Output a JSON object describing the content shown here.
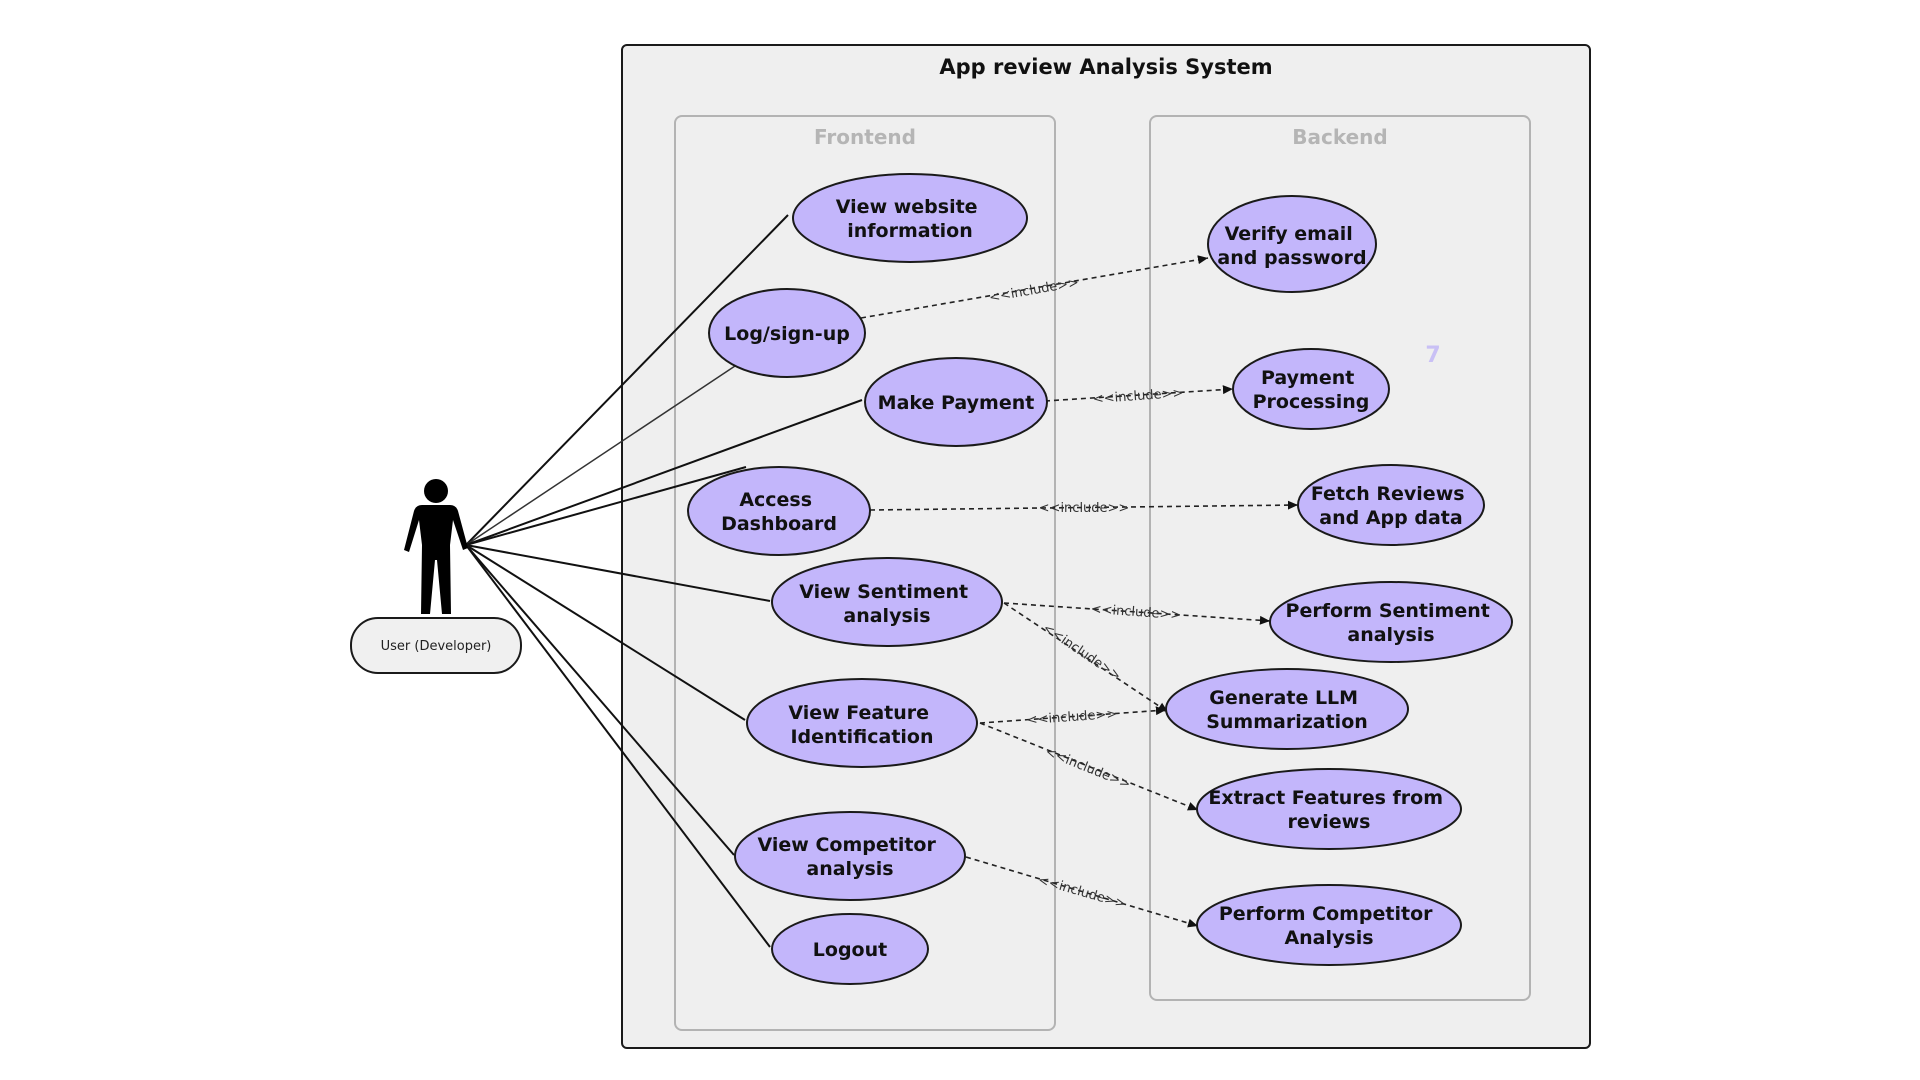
{
  "system": {
    "title": "App review Analysis System"
  },
  "frontend": {
    "title": "Frontend",
    "use_cases": {
      "view_website_information": [
        "View website",
        "information"
      ],
      "log_sign_up": [
        "Log/sign-up"
      ],
      "make_payment": [
        "Make Payment"
      ],
      "access_dashboard": [
        "Access",
        "Dashboard"
      ],
      "view_sentiment_analysis": [
        "View Sentiment",
        "analysis"
      ],
      "view_feature_identification": [
        "View Feature",
        "Identification"
      ],
      "view_competitor_analysis": [
        "View Competitor",
        "analysis"
      ],
      "logout": [
        "Logout"
      ]
    }
  },
  "backend": {
    "title": "Backend",
    "use_cases": {
      "verify_email_password": [
        "Verify email",
        "and password"
      ],
      "payment_processing": [
        "Payment",
        "Processing"
      ],
      "fetch_reviews_app_data": [
        "Fetch Reviews",
        "and App data"
      ],
      "perform_sentiment_analysis": [
        "Perform Sentiment",
        "analysis"
      ],
      "generate_llm_summarization": [
        "Generate LLM",
        "Summarization"
      ],
      "extract_features_from_reviews": [
        "Extract Features from",
        "reviews"
      ],
      "perform_competitor_analysis": [
        "Perform Competitor",
        "Analysis"
      ]
    }
  },
  "actor": {
    "label": "User (Developer)"
  },
  "relationships": {
    "include_label": "<<include>>"
  },
  "stray_mark": "7",
  "colors": {
    "use_case_fill": "#c3b6fb",
    "system_fill": "#efefef",
    "subsystem_title": "#b5b5b5"
  }
}
